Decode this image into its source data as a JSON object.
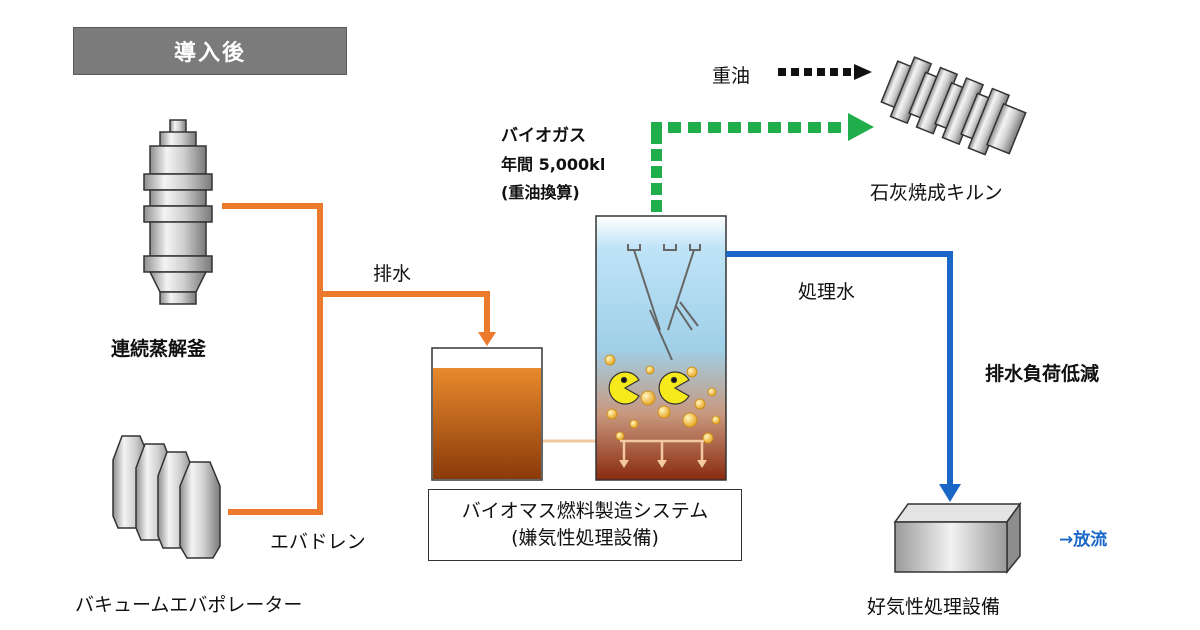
{
  "title": "導入後",
  "labels": {
    "digester": "連続蒸解釜",
    "evaporator": "バキュームエバポレーター",
    "evap_drain": "エバドレン",
    "wastewater": "排水",
    "biogas_line1": "バイオガス",
    "biogas_line2": "年間 5,000kl",
    "biogas_line3": "(重油換算)",
    "heavy_oil": "重油",
    "kiln": "石灰焼成キルン",
    "treated_water": "処理水",
    "load_reduction": "排水負荷低減",
    "system_line1": "バイオマス燃料製造システム",
    "system_line2": "(嫌気性処理設備)",
    "aerobic": "好気性処理設備",
    "discharge": "→放流"
  },
  "colors": {
    "orange_pipe": "#ec7a2c",
    "biogas_arrow": "#1fae4b",
    "heavy_oil_arrow": "#111111",
    "treated_water_pipe": "#1a67c7",
    "title_bg": "#7b7b7b",
    "discharge_text": "#1a67c7"
  }
}
